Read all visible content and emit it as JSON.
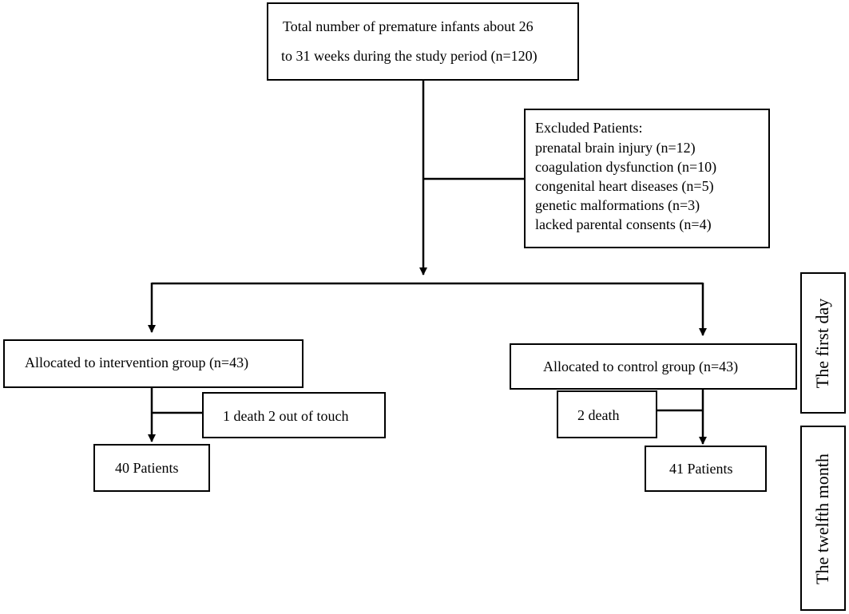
{
  "total": {
    "line1": "Total number of premature infants about 26",
    "line2": "to 31 weeks during the study period (n=120)"
  },
  "excluded": {
    "title": "Excluded Patients:",
    "items": [
      "prenatal brain injury (n=12)",
      "coagulation dysfunction (n=10)",
      "congenital heart diseases (n=5)",
      "genetic malformations (n=3)",
      "lacked parental consents (n=4)"
    ]
  },
  "intervention": {
    "allocated": "Allocated to  intervention group (n=43)",
    "lost": "1 death 2 out of touch",
    "final": "40 Patients"
  },
  "control": {
    "allocated": "Allocated to control group  (n=43)",
    "lost": "2 death",
    "final": "41 Patients"
  },
  "timeline": {
    "first": "The first day",
    "twelfth": "The twelfth month"
  }
}
